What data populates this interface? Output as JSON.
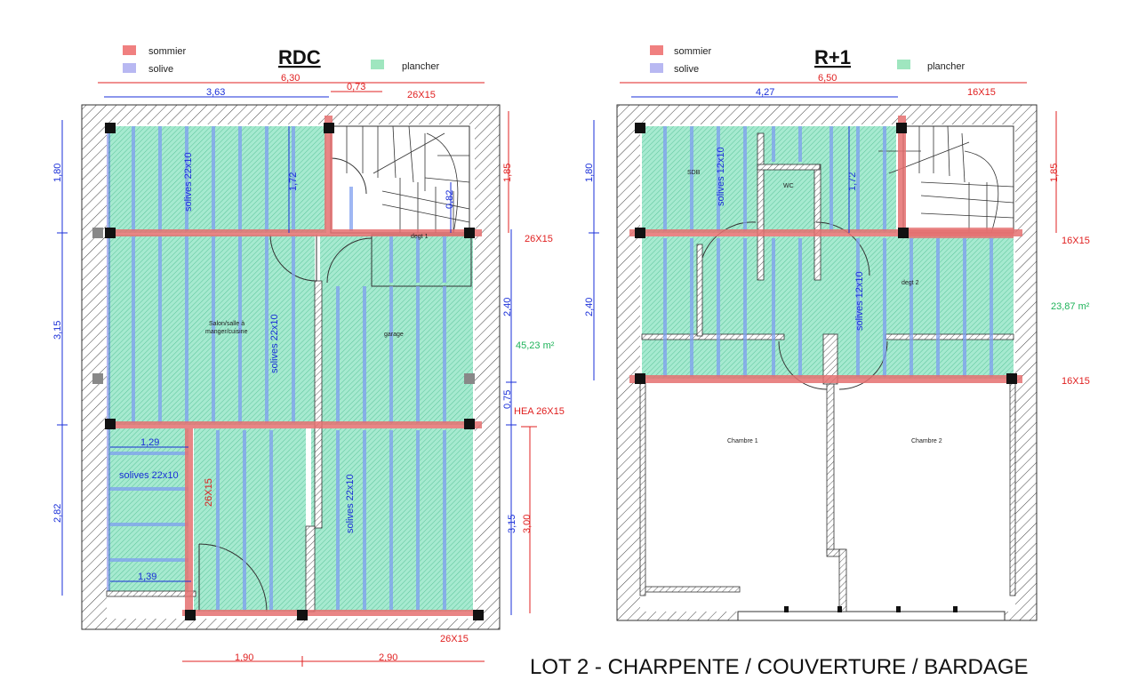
{
  "footer_title": "LOT 2 - CHARPENTE / COUVERTURE / BARDAGE",
  "colors": {
    "sommier": "#f08080",
    "solive": "#a8a8f0",
    "plancher": "#9fe6bf",
    "hatch": "#2a9a6a",
    "dim_blue": "#1a2fd8",
    "dim_red": "#e02020",
    "area_green": "#1fb35a"
  },
  "rdc": {
    "title": "RDC",
    "legend": {
      "sommier": "sommier",
      "solive": "solive",
      "plancher": "plancher"
    },
    "dims": {
      "top_total": "6,30",
      "top_left": "3,63",
      "top_mid": "0,73",
      "top_right_section": "26X15",
      "left_1": "1,80",
      "left_2": "3,15",
      "left_3": "2,82",
      "inner_1": "1,72",
      "inner_2": "0,82",
      "right_1": "1,85",
      "right_2": "2,40",
      "right_3": "0,75",
      "right_4": "3,15",
      "right_5": "3,00",
      "inner_h1": "1,29",
      "inner_h2": "1,39",
      "bottom_1": "1,90",
      "bottom_2": "2,90"
    },
    "sections": {
      "s1": "26X15",
      "s2": "HEA 26X15",
      "s3": "26X15",
      "s4": "26X15"
    },
    "area": "45,23 m²",
    "joists": {
      "j1": "solives 22x10",
      "j2": "solives 22x10",
      "j3": "solives 22x10",
      "j4": "solives 22x10"
    },
    "rooms": {
      "salon_1": "Salon/salle à",
      "salon_2": "manger/cuisine",
      "garage": "garage",
      "degt": "degt 1"
    }
  },
  "r1": {
    "title": "R+1",
    "legend": {
      "sommier": "sommier",
      "solive": "solive",
      "plancher": "plancher"
    },
    "dims": {
      "top_total": "6,50",
      "top_left": "4,27",
      "top_right_section": "16X15",
      "left_1": "1,80",
      "left_2": "2,40",
      "inner_1": "1,72",
      "right_1": "1,85"
    },
    "sections": {
      "s1": "16X15",
      "s2": "16X15"
    },
    "area": "23,87 m²",
    "joists": {
      "j1": "solives 12x10",
      "j2": "solives 12x10"
    },
    "rooms": {
      "sdb": "SDB",
      "wc": "WC",
      "degt": "degt 2",
      "chambre1": "Chambre 1",
      "chambre2": "Chambre 2"
    }
  }
}
